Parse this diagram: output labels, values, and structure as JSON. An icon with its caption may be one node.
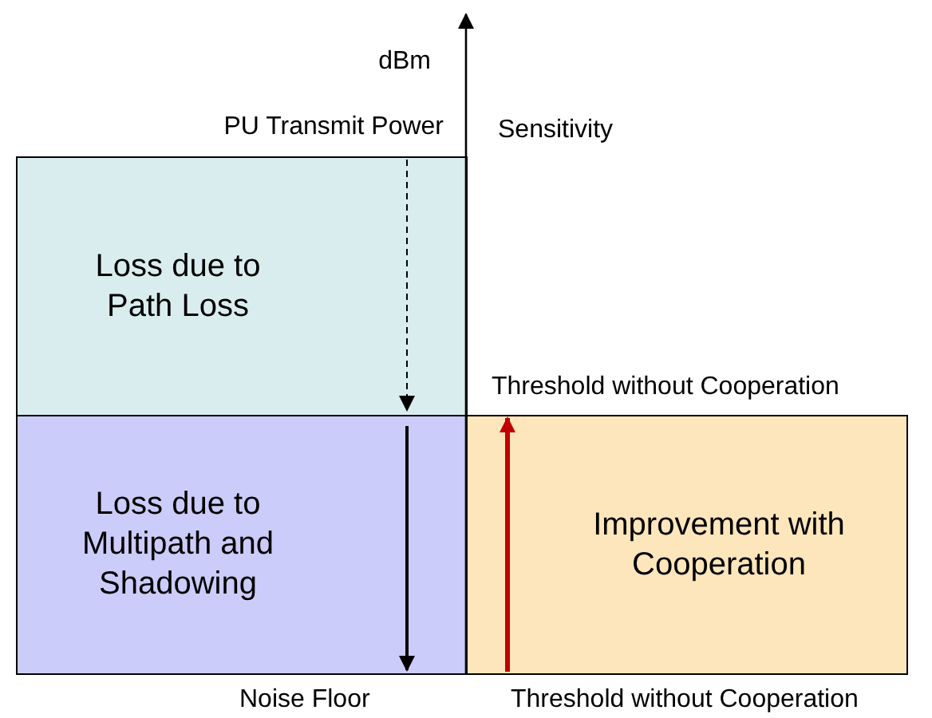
{
  "diagram": {
    "nodes": [
      {
        "text": [
          "Loss due to Path Loss"
        ]
      },
      {
        "text": [
          "Loss due to Multipath and Shadowing"
        ]
      },
      {
        "text": [
          "Improvement with Cooperation"
        ]
      }
    ],
    "labels": [
      "dBm",
      "PU Transmit Power",
      "Sensitivity",
      "Threshold without Cooperation",
      "Noise Floor",
      "Threshold without Cooperation"
    ]
  }
}
